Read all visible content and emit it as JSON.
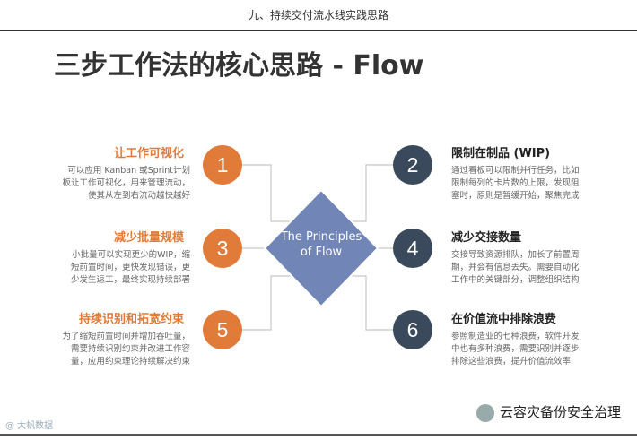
{
  "header": {
    "text": "九、持续交付流水线实践思路"
  },
  "title": "三步工作法的核心思路 - Flow",
  "center": {
    "line1": "The Principles",
    "line2": "of Flow"
  },
  "principles": [
    {
      "num": "1",
      "title": "让工作可视化",
      "lines": [
        "可以应用 Kanban 或Sprint计划",
        "板让工作可视化，用来管理流动，",
        "使其从左到右流动越快越好"
      ]
    },
    {
      "num": "2",
      "title": "限制在制品 (WIP)",
      "lines": [
        "通过看板可以限制并行任务，比如",
        "限制每列的卡片数的上限，发现阻",
        "塞时，原则是暂缓开始，聚焦完成"
      ]
    },
    {
      "num": "3",
      "title": "减少批量规模",
      "lines": [
        "小批量可以实现更少的WIP，缩",
        "短前置时间，更快发现错误，更",
        "少发生返工，最终实现持续部署"
      ]
    },
    {
      "num": "4",
      "title": "减少交接数量",
      "lines": [
        "交接导致资源排队，加长了前置周",
        "期，并会有信息丢失。需要自动化",
        "工作中的关键部分，调整组织结构"
      ]
    },
    {
      "num": "5",
      "title": "持续识别和拓宽约束",
      "lines": [
        "为了缩短前置时间并增加吞吐量，",
        "需要持续识别约束并改进工作容",
        "量，应用约束理论持续解决约束"
      ]
    },
    {
      "num": "6",
      "title": "在价值流中排除浪费",
      "lines": [
        "参照制造业的七种浪费，软件开发",
        "中也有多种浪费，需要识别并逐步",
        "排除这些浪费，提升价值流效率"
      ]
    }
  ],
  "watermark": "云容灾备份安全治理",
  "source": "@ 大帆数据",
  "colors": {
    "orange": "#e07b39",
    "navy": "#3a4a5c",
    "diamond": "#7186b6"
  }
}
